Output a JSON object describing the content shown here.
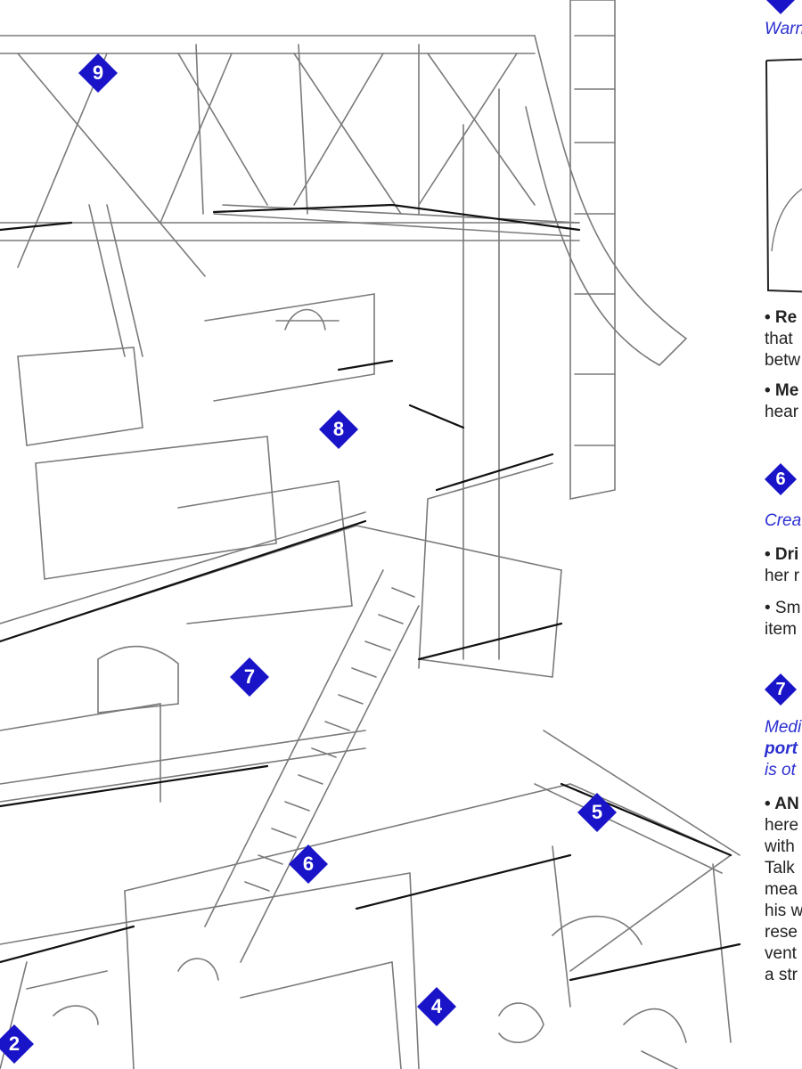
{
  "map": {
    "markers": [
      {
        "label": "9"
      },
      {
        "label": "8"
      },
      {
        "label": "7"
      },
      {
        "label": "6"
      },
      {
        "label": "5"
      },
      {
        "label": "4"
      },
      {
        "label": "2"
      }
    ]
  },
  "sidebar": {
    "top_italic": "Warn",
    "bullets": [
      {
        "bold": "• Re",
        "lines": [
          "that",
          "betw"
        ]
      },
      {
        "bold": "• Me",
        "lines": [
          "hear"
        ]
      }
    ],
    "section6": {
      "marker": "6",
      "italic": "Crea",
      "bullets": [
        {
          "bold": "• Dri",
          "lines": [
            "her r"
          ]
        },
        {
          "bold": "",
          "lines": [
            "• Sm",
            "item"
          ]
        }
      ]
    },
    "section7": {
      "marker": "7",
      "italic_lines": [
        "Medi"
      ],
      "italic_bold": "port",
      "italic_tail": "is ot",
      "bold": "• AN",
      "lines": [
        "here",
        "with",
        "Talk",
        "mea",
        "his w",
        "rese",
        "vent",
        "a str"
      ]
    }
  },
  "colors": {
    "marker_blue": "#1a14c8",
    "accent_text": "#2b2fd0",
    "sketch_line": "#6b6b6b"
  }
}
